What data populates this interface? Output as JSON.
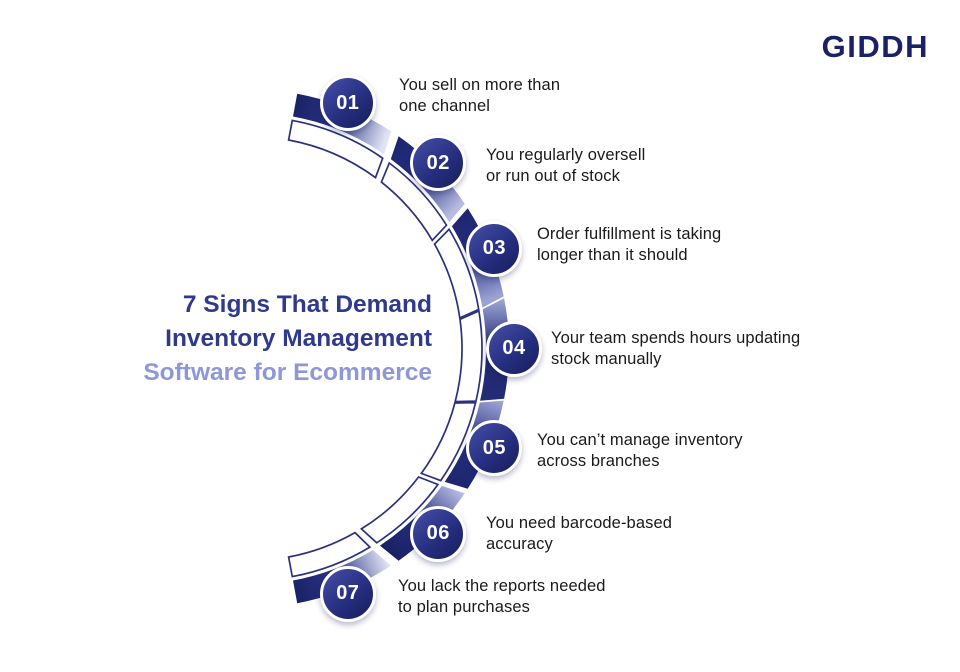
{
  "brand": {
    "logo_text": "GIDDH"
  },
  "title": {
    "line1": "7 Signs That Demand",
    "line2": "Inventory Management",
    "line3": "Software for Ecommerce"
  },
  "items": [
    {
      "num": "01",
      "line1": "You sell on more than",
      "line2": "one channel"
    },
    {
      "num": "02",
      "line1": "You regularly oversell",
      "line2": "or run out of stock"
    },
    {
      "num": "03",
      "line1": "Order fulfillment is taking",
      "line2": "longer than it should"
    },
    {
      "num": "04",
      "line1": "Your team spends hours updating",
      "line2": "stock manually"
    },
    {
      "num": "05",
      "line1": "You can’t manage inventory",
      "line2": "across branches"
    },
    {
      "num": "06",
      "line1": "You need barcode-based",
      "line2": "accuracy"
    },
    {
      "num": "07",
      "line1": "You lack the reports needed",
      "line2": "to plan purchases"
    }
  ],
  "colors": {
    "navy_dark": "#1a2267",
    "navy_band": "#262f7e",
    "band_light": "#b7bde2",
    "title_navy": "#2f3a8d",
    "title_light": "#8e97d8",
    "text": "#1a1a1c",
    "background": "#ffffff"
  }
}
